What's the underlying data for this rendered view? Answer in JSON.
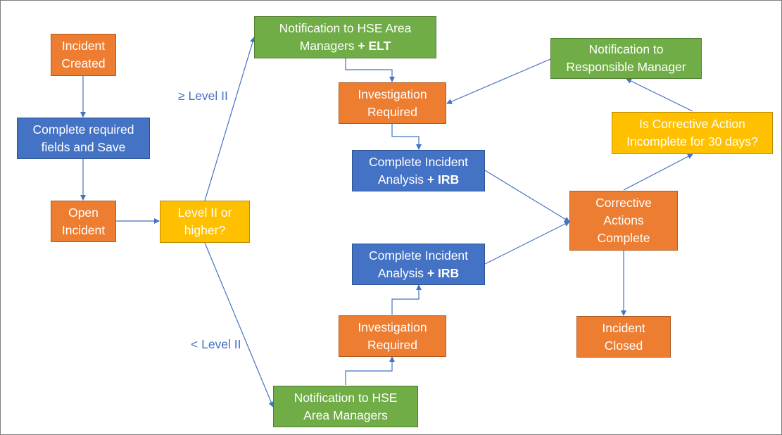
{
  "colors": {
    "process_orange": "#ed7d31",
    "action_blue": "#4472c4",
    "notification_green": "#70ad47",
    "decision_yellow": "#ffc000",
    "connector": "#4472c4"
  },
  "nodes": {
    "incident_created": {
      "line1": "Incident",
      "line2": "Created"
    },
    "complete_fields": {
      "line1": "Complete required",
      "line2": "fields and Save"
    },
    "open_incident": {
      "line1": "Open",
      "line2": "Incident"
    },
    "level_decision": {
      "line1": "Level II or",
      "line2": "higher?"
    },
    "notify_hse_elt": {
      "line1": "Notification to HSE Area",
      "line2": "Managers",
      "bold_suffix": "+ ELT"
    },
    "investigation_upper": {
      "line1": "Investigation",
      "line2": "Required"
    },
    "analysis_upper": {
      "line1": "Complete Incident",
      "line2": "Analysis",
      "bold_suffix": "+ IRB"
    },
    "notify_responsible": {
      "line1": "Notification to",
      "line2": "Responsible Manager"
    },
    "corrective_check": {
      "line1": "Is Corrective Action",
      "line2": "Incomplete for 30 days?"
    },
    "corrective_complete": {
      "line1": "Corrective",
      "line2": "Actions",
      "line3": "Complete"
    },
    "analysis_lower": {
      "line1": "Complete Incident",
      "line2": "Analysis",
      "bold_suffix": "+ IRB"
    },
    "investigation_lower": {
      "line1": "Investigation",
      "line2": "Required"
    },
    "incident_closed": {
      "line1": "Incident",
      "line2": "Closed"
    },
    "notify_hse": {
      "line1": "Notification to HSE",
      "line2": "Area Managers"
    }
  },
  "edge_labels": {
    "ge_level2": "≥ Level II",
    "lt_level2": "< Level II"
  }
}
